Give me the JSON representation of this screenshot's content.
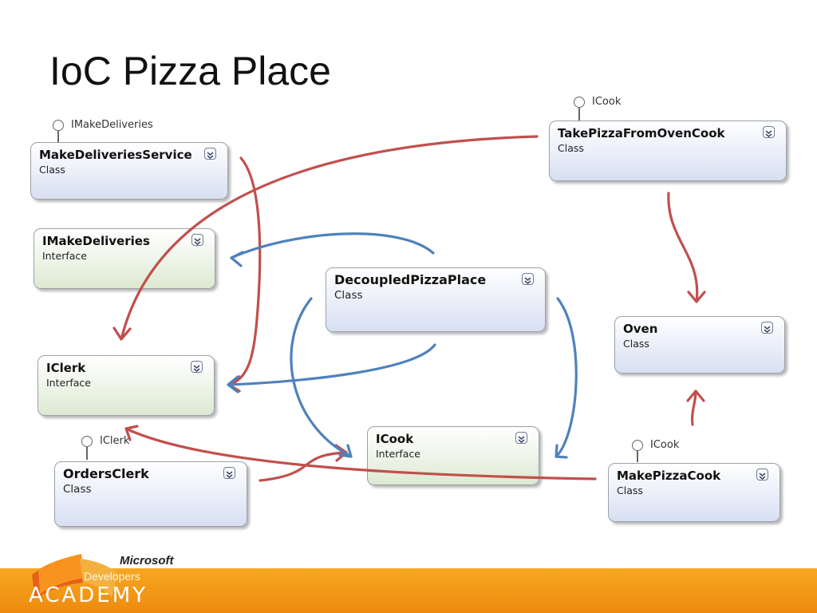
{
  "slide": {
    "title": "IoC Pizza Place"
  },
  "nodes": {
    "make_deliveries_service": {
      "name": "MakeDeliveriesService",
      "kind": "Class"
    },
    "i_make_deliveries": {
      "name": "IMakeDeliveries",
      "kind": "Interface"
    },
    "i_clerk": {
      "name": "IClerk",
      "kind": "Interface"
    },
    "orders_clerk": {
      "name": "OrdersClerk",
      "kind": "Class"
    },
    "decoupled_pizza_place": {
      "name": "DecoupledPizzaPlace",
      "kind": "Class"
    },
    "i_cook": {
      "name": "ICook",
      "kind": "Interface"
    },
    "take_pizza_from_oven_cook": {
      "name": "TakePizzaFromOvenCook",
      "kind": "Class"
    },
    "oven": {
      "name": "Oven",
      "kind": "Class"
    },
    "make_pizza_cook": {
      "name": "MakePizzaCook",
      "kind": "Class"
    }
  },
  "lollipops": {
    "make_deliveries_service": "IMakeDeliveries",
    "take_pizza_from_oven_cook": "ICook",
    "orders_clerk": "IClerk",
    "make_pizza_cook": "ICook"
  },
  "footer": {
    "microsoft": "Microsoft",
    "developers": "Developers",
    "academy": "ACADEMY"
  },
  "colors": {
    "dependency_arrow": "#c0504d",
    "implementation_arrow": "#4f81bd",
    "footer_band": "#f39c17"
  },
  "icons": {
    "expand": "double-chevron-down-icon",
    "interface": "lollipop-interface-icon"
  }
}
